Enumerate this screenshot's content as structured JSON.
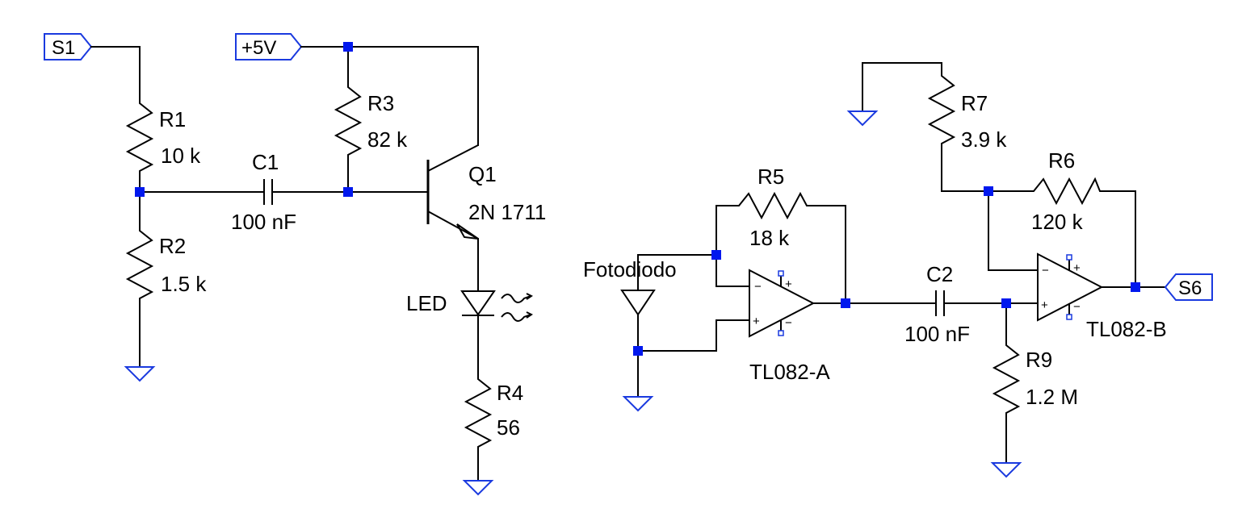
{
  "colors": {
    "wire": "#000000",
    "node": "#0018ee",
    "symbol_blue": "#1a3adf",
    "background": "#ffffff"
  },
  "ports": {
    "s1": "S1",
    "vcc": "+5V",
    "s6": "S6"
  },
  "components": {
    "r1": {
      "ref": "R1",
      "value": "10 k"
    },
    "r2": {
      "ref": "R2",
      "value": "1.5 k"
    },
    "r3": {
      "ref": "R3",
      "value": "82 k"
    },
    "r4": {
      "ref": "R4",
      "value": "56"
    },
    "r5": {
      "ref": "R5",
      "value": "18 k"
    },
    "r6": {
      "ref": "R6",
      "value": "120 k"
    },
    "r7": {
      "ref": "R7",
      "value": "3.9 k"
    },
    "r9": {
      "ref": "R9",
      "value": "1.2 M"
    },
    "c1": {
      "ref": "C1",
      "value": "100 nF"
    },
    "c2": {
      "ref": "C2",
      "value": "100 nF"
    },
    "q1": {
      "ref": "Q1",
      "value": "2N 1711"
    },
    "led": {
      "ref": "LED"
    },
    "photodiode": {
      "ref": "Fotodiodo"
    },
    "opamp_a": {
      "ref": "TL082-A"
    },
    "opamp_b": {
      "ref": "TL082-B"
    }
  },
  "pin_marks": {
    "minus": "−",
    "plus": "+"
  }
}
